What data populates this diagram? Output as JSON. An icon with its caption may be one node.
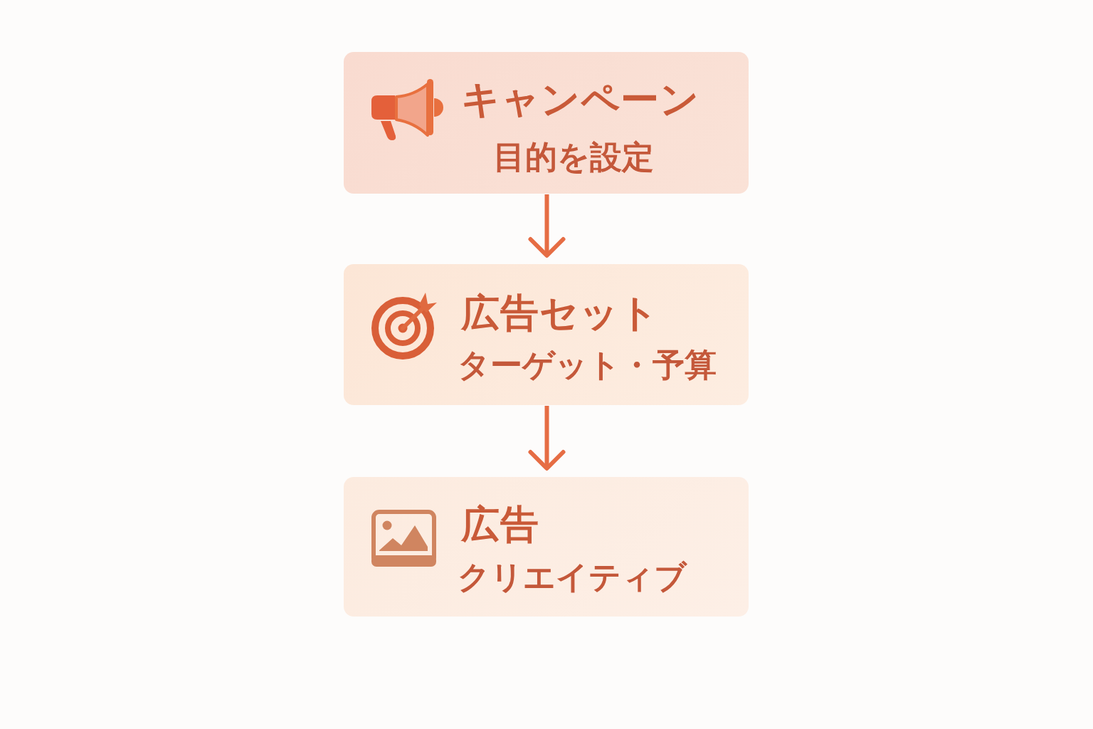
{
  "diagram": {
    "nodes": [
      {
        "text": [
          "キャンペーン",
          "目的を設定"
        ]
      },
      {
        "text": [
          "広告セット",
          "ターゲット・予算"
        ]
      },
      {
        "text": [
          "広告",
          "クリエイティブ"
        ]
      }
    ],
    "edges": [
      {
        "from": 0,
        "to": 1,
        "arrow": "to"
      },
      {
        "from": 1,
        "to": 2,
        "arrow": "to"
      }
    ]
  }
}
